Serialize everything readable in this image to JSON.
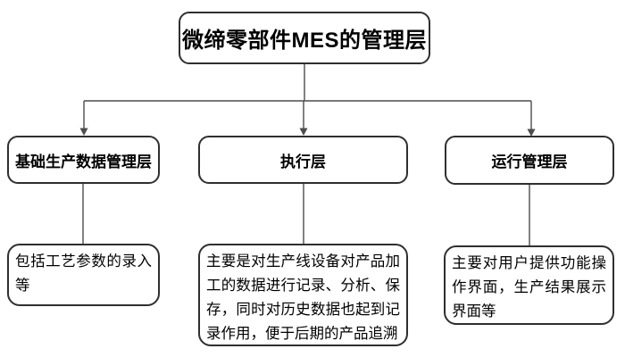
{
  "diagram": {
    "title": "微缔零部件MES的管理层",
    "layers": [
      {
        "label": "基础生产数据管理层",
        "description": "包括工艺参数的录入等"
      },
      {
        "label": "执行层",
        "description": "主要是对生产线设备对产品加工的数据进行记录、分析、保存，同时对历史数据也起到记录作用，便于后期的产品追溯"
      },
      {
        "label": "运行管理层",
        "description": "主要对用户提供功能操作界面，生产结果展示界面等"
      }
    ],
    "colors": {
      "border": "#2f2f2f",
      "connector": "#4d4d4d",
      "text": "#000000",
      "background": "#ffffff"
    }
  }
}
